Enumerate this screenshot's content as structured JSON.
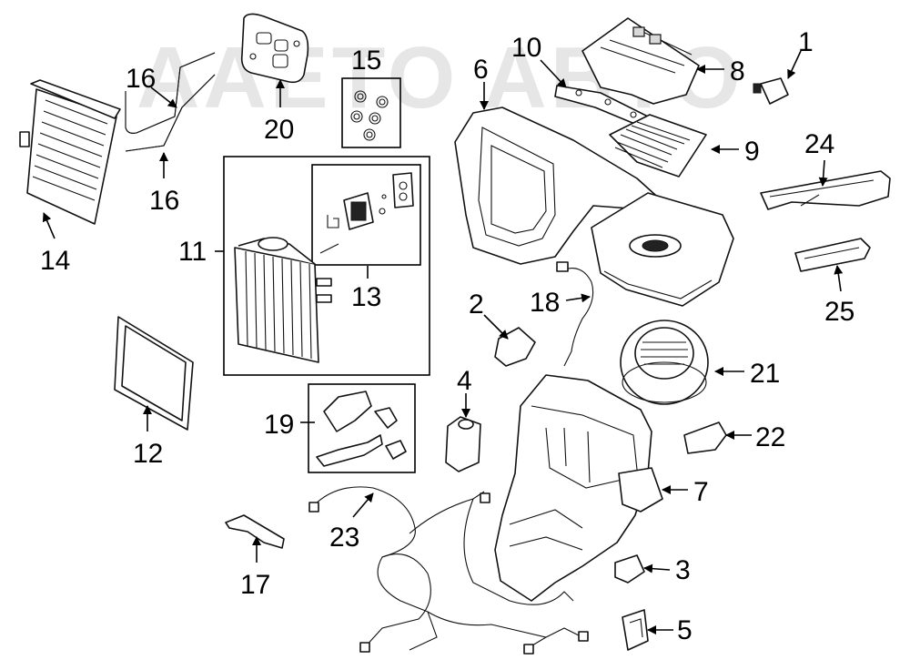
{
  "watermark": {
    "text": "AAETO ABTO",
    "color": "#e6e6e6"
  },
  "callouts": {
    "c1": "1",
    "c2": "2",
    "c3": "3",
    "c4": "4",
    "c5": "5",
    "c6": "6",
    "c7": "7",
    "c8": "8",
    "c9": "9",
    "c10": "10",
    "c11": "11",
    "c12": "12",
    "c13": "13",
    "c14": "14",
    "c15": "15",
    "c16a": "16",
    "c16b": "16",
    "c17": "17",
    "c18": "18",
    "c19": "19",
    "c20": "20",
    "c21": "21",
    "c22": "22",
    "c23": "23",
    "c24": "24",
    "c25": "25"
  }
}
